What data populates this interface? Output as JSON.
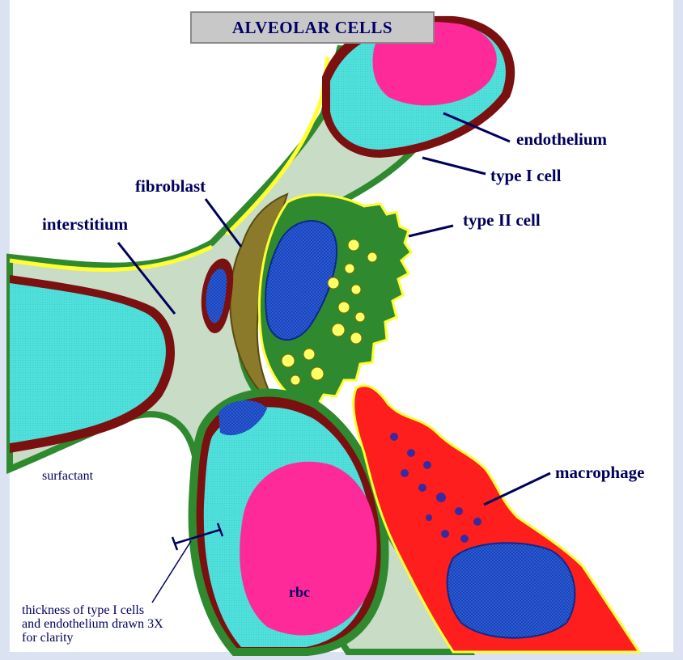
{
  "title": "ALVEOLAR CELLS",
  "labels": {
    "endothelium": "endothelium",
    "type_i_cell": "type I cell",
    "fibroblast": "fibroblast",
    "interstitium": "interstitium",
    "type_ii_cell": "type II cell",
    "surfactant": "surfactant",
    "macrophage": "macrophage",
    "rbc": "rbc",
    "note_line1": "thickness of type I cells",
    "note_line2": "and endothelium drawn 3X",
    "note_line3": "for clarity"
  },
  "colors": {
    "background": "#dbe3f3",
    "interstitium": "#c9dcc6",
    "epithelium_green": "#2f8a2f",
    "surfactant_yellow": "#ffff33",
    "endothelium_maroon": "#7a1010",
    "capillary_cyan": "#4fe0dc",
    "rbc_pink": "#ff2a9a",
    "nucleus_blue": "#2a5ad8",
    "fibroblast_olive": "#8a7a2a",
    "macrophage_red": "#ff1e1e",
    "leader_navy": "#00005c"
  }
}
